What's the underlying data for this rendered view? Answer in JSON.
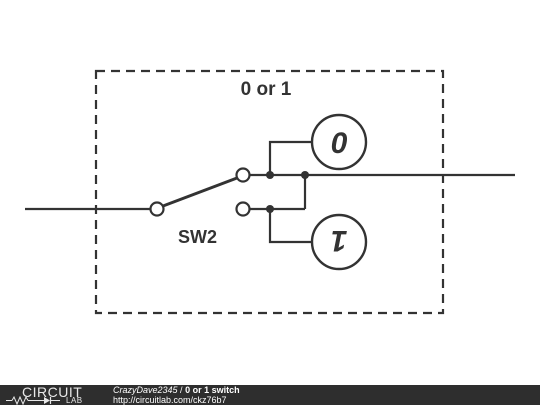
{
  "diagram": {
    "box_label": "0 or 1",
    "switch_label": "SW2",
    "indicator_top_symbol": "0",
    "indicator_bottom_symbol": "1",
    "colors": {
      "wire": "#333333",
      "background": "#ffffff",
      "footer": "#2e2e2e"
    }
  },
  "footer": {
    "logo_word": "CIRCUIT",
    "logo_sub": "LAB",
    "author": "CrazyDave2345",
    "separator": " / ",
    "title": "0 or 1 switch",
    "url": "http://circuitlab.com/ckz76b7"
  }
}
